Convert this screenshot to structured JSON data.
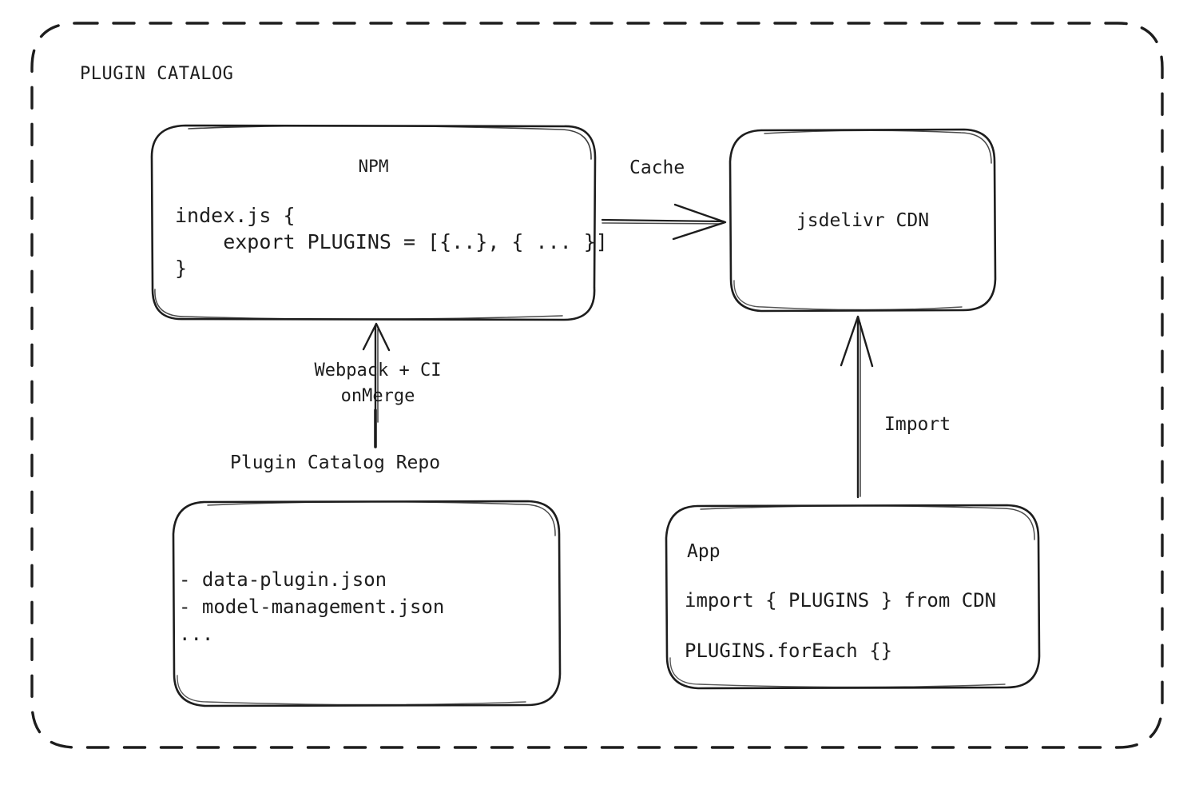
{
  "diagram": {
    "container_title": "PLUGIN CATALOG",
    "style": {
      "stroke": "#1d1d1d",
      "background": "#ffffff",
      "border": "dashed"
    }
  },
  "nodes": {
    "npm": {
      "title": "NPM",
      "code": "index.js {\n    export PLUGINS = [{..}, { ... }]\n}"
    },
    "cdn": {
      "title": "jsdelivr CDN"
    },
    "repo": {
      "caption": "Plugin Catalog Repo",
      "items": "- data-plugin.json\n- model-management.json\n..."
    },
    "app": {
      "title": "App",
      "code_line_1": "import { PLUGINS } from CDN",
      "code_line_2": "PLUGINS.forEach {}"
    }
  },
  "edges": {
    "cache": {
      "label": "Cache",
      "from": "npm",
      "to": "cdn"
    },
    "build": {
      "label": "Webpack + CI\nonMerge",
      "from": "repo",
      "to": "npm"
    },
    "import": {
      "label": "Import",
      "from": "app",
      "to": "cdn"
    }
  }
}
